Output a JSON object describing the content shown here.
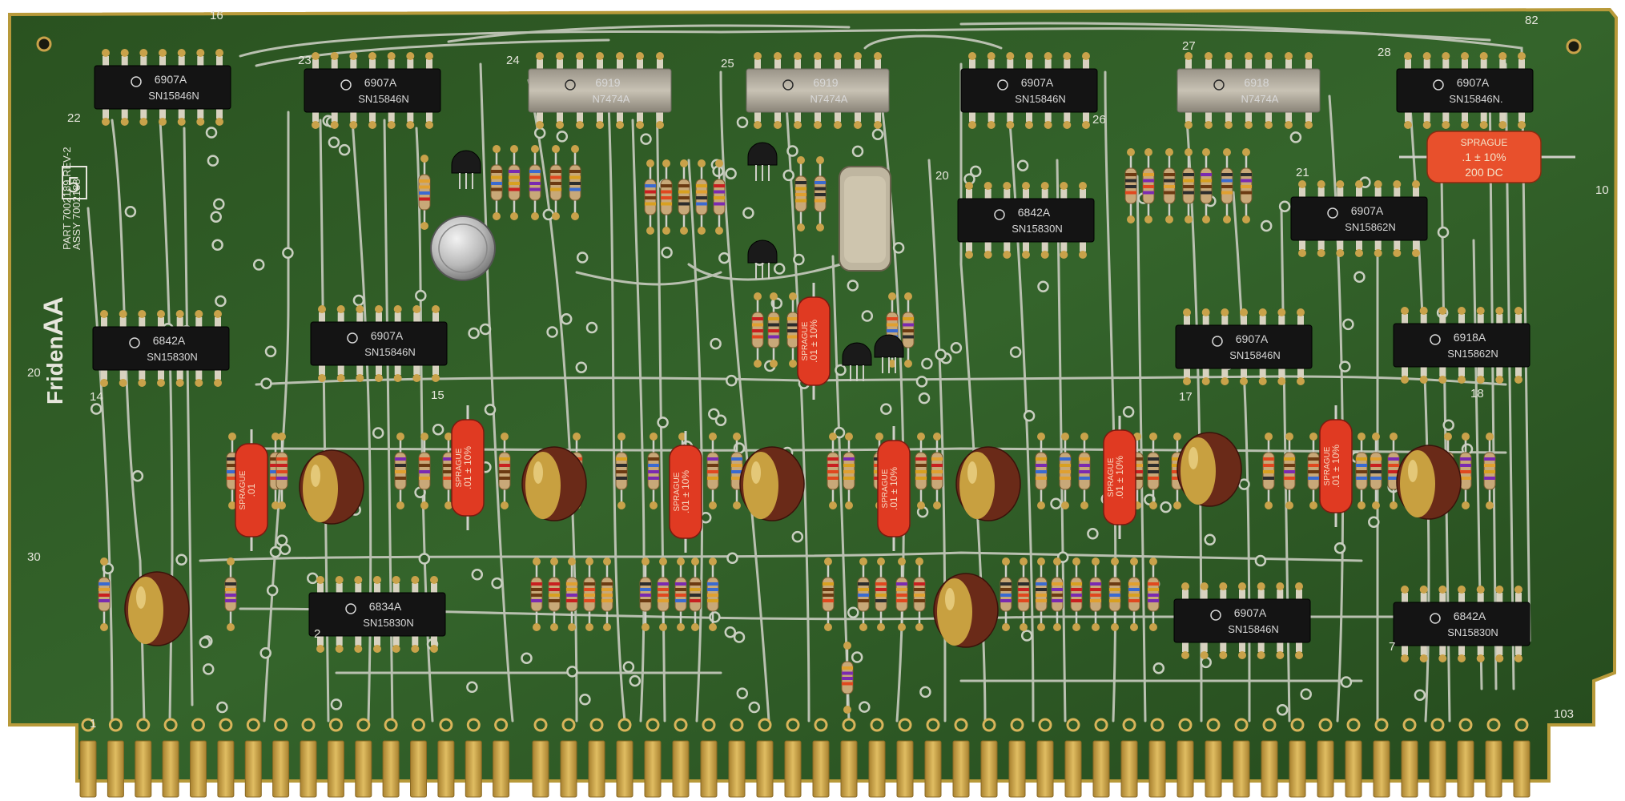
{
  "board": {
    "maker": "Friden",
    "series": "AA",
    "part_label": "PART 7002189 REV-2",
    "assy_label": "ASSY 7002188",
    "box_number": "5",
    "colors": {
      "substrate": "#2f5a25",
      "trace": "#b9c0b0",
      "gold": "#c9a24a",
      "chip": "#151515",
      "cap_red": "#d93a24"
    }
  },
  "silkscreen_numbers": [
    "16",
    "23",
    "24",
    "25",
    "27",
    "28",
    "82",
    "22",
    "26",
    "20",
    "21",
    "10",
    "14",
    "15",
    "17",
    "18",
    "20",
    "30",
    "1",
    "2",
    "7",
    "103"
  ],
  "chips": [
    {
      "id": "22",
      "line1": "6907A",
      "line2": "SN15846N",
      "style": "black"
    },
    {
      "id": "23",
      "line1": "6907A",
      "line2": "SN15846N",
      "style": "black"
    },
    {
      "id": "24",
      "line1": "6919",
      "line2": "N7474A",
      "style": "ceramic"
    },
    {
      "id": "25",
      "line1": "6919",
      "line2": "N7474A",
      "style": "ceramic"
    },
    {
      "id": "26",
      "line1": "6907A",
      "line2": "SN15846N",
      "style": "black"
    },
    {
      "id": "27",
      "line1": "6918",
      "line2": "N7474A",
      "style": "ceramic"
    },
    {
      "id": "28",
      "line1": "6907A",
      "line2": "SN15846N.",
      "style": "black"
    },
    {
      "id": "20",
      "line1": "6842A",
      "line2": "SN15830N",
      "style": "black"
    },
    {
      "id": "21",
      "line1": "6907A",
      "line2": "SN15862N",
      "style": "black"
    },
    {
      "id": "14",
      "line1": "6842A",
      "line2": "SN15830N",
      "style": "black"
    },
    {
      "id": "15",
      "line1": "6907A",
      "line2": "SN15846N",
      "style": "black"
    },
    {
      "id": "17",
      "line1": "6907A",
      "line2": "SN15846N",
      "style": "black"
    },
    {
      "id": "18",
      "line1": "6918A",
      "line2": "SN15862N",
      "style": "black"
    },
    {
      "id": "2",
      "line1": "6834A",
      "line2": "SN15830N",
      "style": "black"
    },
    {
      "id": "7a",
      "line1": "6907A",
      "line2": "SN15846N",
      "style": "black"
    },
    {
      "id": "7b",
      "line1": "6842A",
      "line2": "SN15830N",
      "style": "black"
    }
  ],
  "capacitors": {
    "orange_large": {
      "brand": "SPRAGUE",
      "value": ".1 ± 10%",
      "voltage": "200 DC"
    },
    "red_axial": {
      "brand": "SPRAGUE",
      "value": ".01 ± 10%"
    },
    "red_axial_short": {
      "brand": "SPRAGUE",
      "value": ".01"
    }
  },
  "edge_connector": {
    "contact_count": 52
  }
}
